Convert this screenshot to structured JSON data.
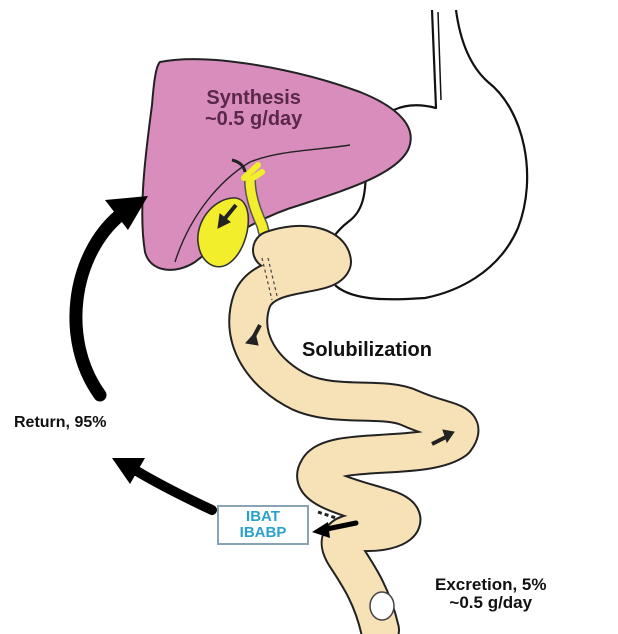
{
  "labels": {
    "synthesis_line1": "Synthesis",
    "synthesis_line2": "~0.5 g/day",
    "solubilization": "Solubilization",
    "return": "Return, 95%",
    "excretion_line1": "Excretion, 5%",
    "excretion_line2": "~0.5 g/day",
    "transporter_1": "IBAT",
    "transporter_2": "IBABP"
  },
  "colors": {
    "liver": "#d88dbd",
    "gallbladder": "#f2ee2c",
    "intestine": "#f6e2b6",
    "stomach": "#ffffff",
    "arrow": "#000000",
    "transporter_text": "#2aa2c8",
    "transporter_border": "#8aa3b3"
  }
}
